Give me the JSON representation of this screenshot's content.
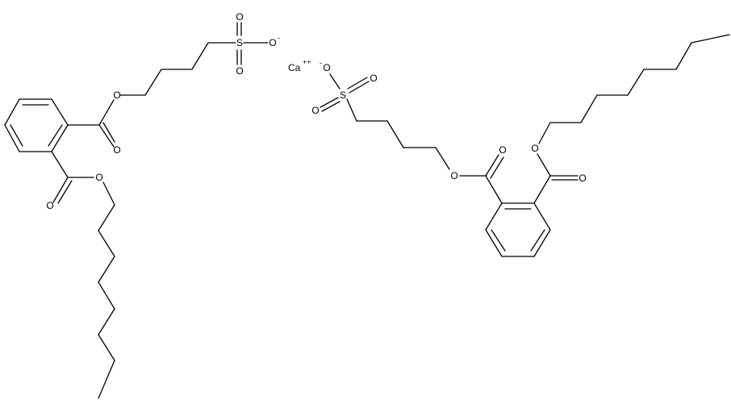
{
  "atoms": {
    "o_ester1": "O",
    "o_carbonyl1": "O",
    "o_ester2": "O",
    "o_carbonyl2": "O",
    "s_left": "S",
    "o_s_left_down": "O",
    "o_s_left_up": "O",
    "o_s_left_minus": "O",
    "calcium": "Ca",
    "o_s_right_minus": "O",
    "s_right": "S",
    "o_s_right_up": "O",
    "o_s_right_left": "O",
    "o_ester3": "O",
    "o_carbonyl3": "O",
    "o_ester4": "O",
    "o_carbonyl4": "O"
  },
  "charges": {
    "left_sulfonate": "-",
    "right_sulfonate": "-",
    "calcium": "++"
  }
}
